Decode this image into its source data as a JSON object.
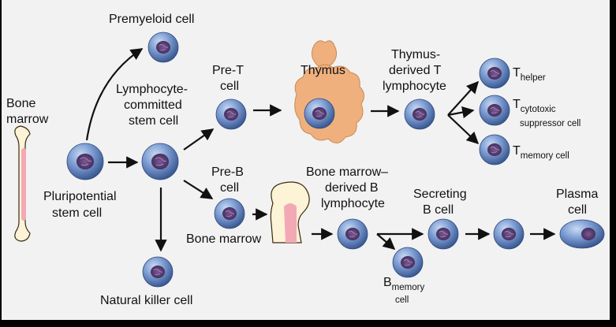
{
  "labels": {
    "premyeloid": "Premyeloid cell",
    "bone_marrow_top_1": "Bone",
    "bone_marrow_top_2": "marrow",
    "lymphocyte_committed_1": "Lymphocyte-",
    "lymphocyte_committed_2": "committed",
    "lymphocyte_committed_3": "stem cell",
    "pre_t_1": "Pre-T",
    "pre_t_2": "cell",
    "thymus": "Thymus",
    "thymus_derived_1": "Thymus-",
    "thymus_derived_2": "derived T",
    "thymus_derived_3": "lymphocyte",
    "pluripotential_1": "Pluripotential",
    "pluripotential_2": "stem cell",
    "pre_b_1": "Pre-B",
    "pre_b_2": "cell",
    "bone_marrow_derived_1": "Bone marrow–",
    "bone_marrow_derived_2": "derived B",
    "bone_marrow_derived_3": "lymphocyte",
    "secreting_1": "Secreting",
    "secreting_2": "B cell",
    "plasma_1": "Plasma",
    "plasma_2": "cell",
    "bone_marrow_mid": "Bone marrow",
    "natural_killer": "Natural killer cell",
    "t_prefix": "T",
    "t_helper_sub": "helper",
    "t_cytotoxic_sub": "cytotoxic",
    "t_cytotoxic_2": "suppressor cell",
    "t_memory_sub": "memory cell",
    "b_prefix": "B",
    "b_memory_sub": "memory",
    "b_memory_2": "cell"
  },
  "colors": {
    "background": "#f2f2f2",
    "frame": "#000000",
    "cell_fill": "#6b8ec9",
    "cell_edge": "#2d4a7e",
    "nucleus": "#4a2e63",
    "thymus": "#f0b07e",
    "bone": "#fdf3d6",
    "marrow": "#f3a9b5",
    "arrow": "#111111"
  },
  "icons": {
    "cell": "stem-cell-icon",
    "thymus": "thymus-organ-icon",
    "bone": "long-bone-icon"
  }
}
